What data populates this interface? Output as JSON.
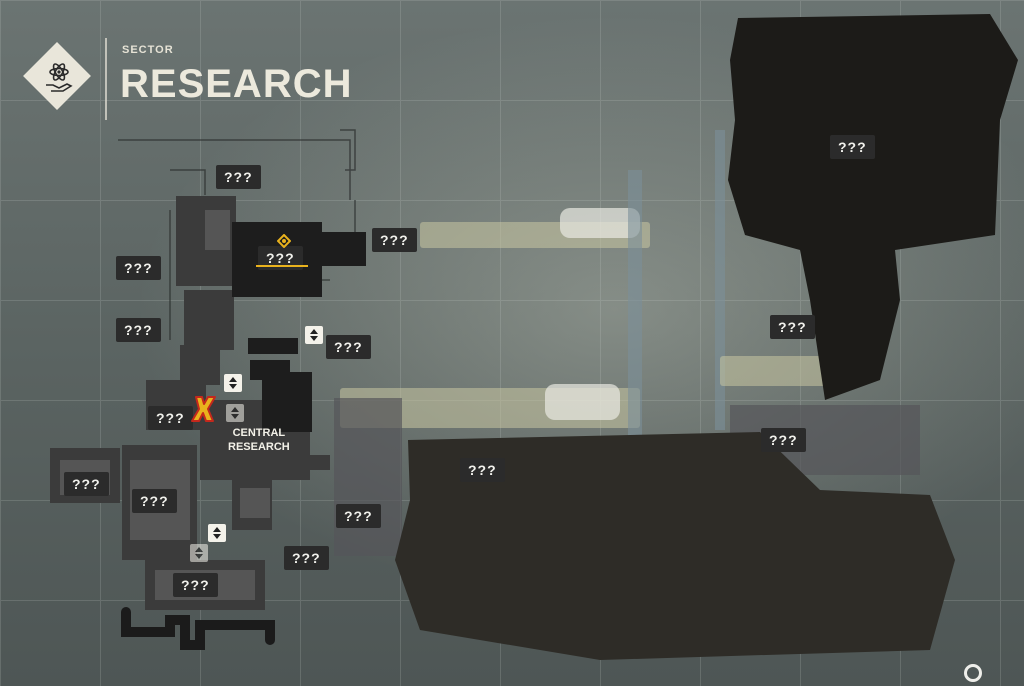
{
  "header": {
    "sector_label": "SECTOR",
    "title": "RESEARCH",
    "logo_icon": "atom-hand-icon"
  },
  "map": {
    "central_label_line1": "CENTRAL",
    "central_label_line2": "RESEARCH",
    "unknown_label": "???",
    "markers": {
      "player": "x-marker-icon",
      "objective": "diamond-marker-icon",
      "elevator": "elevator-icon"
    },
    "colors": {
      "explored_dark": "#1d1d1d",
      "explored_mid": "#3a3a3a",
      "label_bg": "#2b2b2b",
      "player_marker": "#e9b21d",
      "player_marker_outline": "#c4281c",
      "fog": "#2e2c27"
    }
  }
}
